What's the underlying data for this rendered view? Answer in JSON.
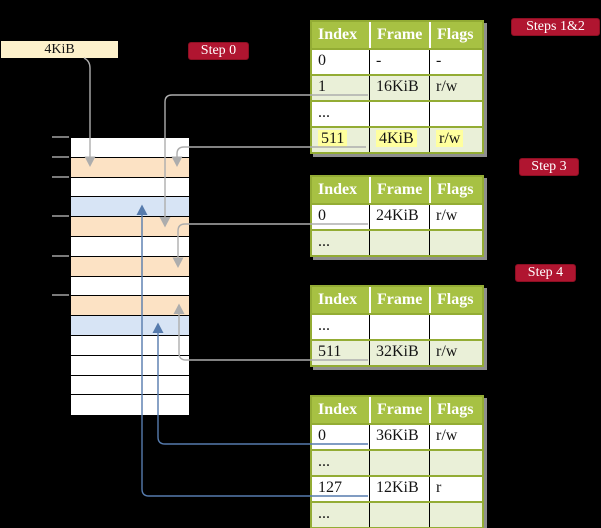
{
  "root_address_box": {
    "label": "4KiB"
  },
  "badges": {
    "step0": "Step 0",
    "steps12": "Steps 1&2",
    "step3": "Step 3",
    "step4": "Step 4"
  },
  "memory": {
    "rows": [
      "white",
      "orange",
      "white",
      "blue",
      "orange",
      "white",
      "orange",
      "white",
      "orange",
      "blue",
      "white",
      "white",
      "white",
      "white"
    ],
    "tick_offsets": [
      0,
      19.8,
      39.6,
      79.2,
      118.8,
      158.4
    ]
  },
  "tables": [
    {
      "id": "level4",
      "header": [
        "Index",
        "Frame",
        "Flags"
      ],
      "rows": [
        {
          "cells": [
            "0",
            "-",
            "-"
          ],
          "shaded": false,
          "highlight": false
        },
        {
          "cells": [
            "1",
            "16KiB",
            "r/w"
          ],
          "shaded": true,
          "highlight": false
        },
        {
          "cells": [
            "...",
            "",
            ""
          ],
          "shaded": false,
          "highlight": false
        },
        {
          "cells": [
            "511",
            "4KiB",
            "r/w"
          ],
          "shaded": true,
          "highlight": true
        }
      ]
    },
    {
      "id": "level3",
      "header": [
        "Index",
        "Frame",
        "Flags"
      ],
      "rows": [
        {
          "cells": [
            "0",
            "24KiB",
            "r/w"
          ],
          "shaded": false,
          "highlight": false
        },
        {
          "cells": [
            "...",
            "",
            ""
          ],
          "shaded": true,
          "highlight": false
        }
      ]
    },
    {
      "id": "level2",
      "header": [
        "Index",
        "Frame",
        "Flags"
      ],
      "rows": [
        {
          "cells": [
            "...",
            "",
            ""
          ],
          "shaded": false,
          "highlight": false
        },
        {
          "cells": [
            "511",
            "32KiB",
            "r/w"
          ],
          "shaded": true,
          "highlight": false
        }
      ]
    },
    {
      "id": "level1",
      "header": [
        "Index",
        "Frame",
        "Flags"
      ],
      "rows": [
        {
          "cells": [
            "0",
            "36KiB",
            "r/w"
          ],
          "shaded": false,
          "highlight": false
        },
        {
          "cells": [
            "...",
            "",
            ""
          ],
          "shaded": true,
          "highlight": false
        },
        {
          "cells": [
            "127",
            "12KiB",
            "r"
          ],
          "shaded": false,
          "highlight": false
        },
        {
          "cells": [
            "...",
            "",
            ""
          ],
          "shaded": true,
          "highlight": false
        }
      ]
    }
  ],
  "arrows": [
    {
      "from": "root-address-box-4KiB",
      "to": "memory-frame-4KiB",
      "color": "gray"
    },
    {
      "from": "level4-row-1",
      "to": "memory-frame-16KiB",
      "color": "gray"
    },
    {
      "from": "level4-row-511",
      "to": "memory-frame-4KiB",
      "color": "gray"
    },
    {
      "from": "level3-row-0",
      "to": "memory-frame-24KiB",
      "color": "gray"
    },
    {
      "from": "level2-row-511",
      "to": "memory-frame-32KiB",
      "color": "gray"
    },
    {
      "from": "level1-row-0",
      "to": "memory-page-36KiB",
      "color": "blue"
    },
    {
      "from": "level1-row-127",
      "to": "memory-page-12KiB",
      "color": "blue"
    }
  ],
  "colors": {
    "background": "#000000",
    "badge_red": "#b01530",
    "header_green": "#a7c143",
    "border_olive": "#93ac34",
    "shaded_row_green": "#eaf0d8",
    "highlight_yellow": "#ffff9e",
    "frame_orange": "#fce2c4",
    "page_blue": "#d7e4f5",
    "address_box_cream": "#fdf1cb",
    "gray_arrow": "#adadad",
    "blue_arrow": "#567bad"
  }
}
